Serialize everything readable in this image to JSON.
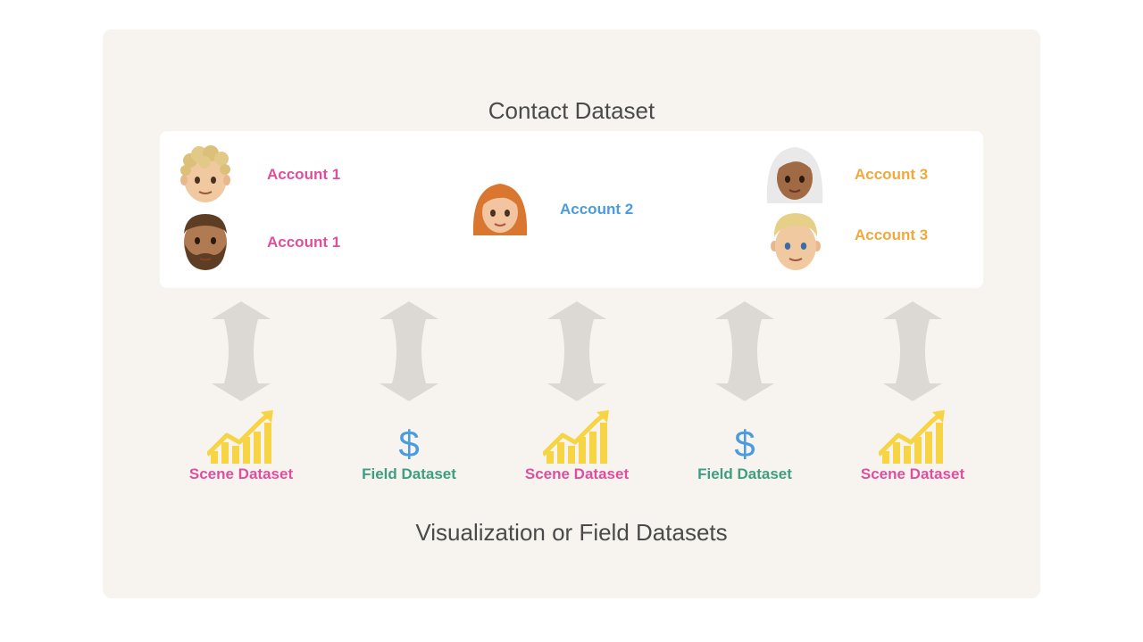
{
  "diagram": {
    "top_title": "Contact Dataset",
    "bottom_title": "Visualization or Field Datasets",
    "colors": {
      "account1": "#e04f9d",
      "account2": "#4a9be0",
      "account3": "#f0a93a",
      "scene": "#e04f9d",
      "field": "#3e9e82",
      "arrow": "#dcd8d3",
      "chart_icon": "#f6d443"
    },
    "contacts": [
      {
        "icon": "curly-blond-man-emoji-icon",
        "account": "Account 1"
      },
      {
        "icon": "bearded-man-emoji-icon",
        "account": "Account 1"
      },
      {
        "icon": "red-haired-woman-emoji-icon",
        "account": "Account 2"
      },
      {
        "icon": "white-haired-woman-emoji-icon",
        "account": "Account 3"
      },
      {
        "icon": "blond-man-emoji-icon",
        "account": "Account 3"
      }
    ],
    "datasets": [
      {
        "icon": "chart-increasing-icon",
        "label": "Scene Dataset"
      },
      {
        "icon": "dollar-icon",
        "symbol": "$",
        "label": "Field Dataset"
      },
      {
        "icon": "chart-increasing-icon",
        "label": "Scene Dataset"
      },
      {
        "icon": "dollar-icon",
        "symbol": "$",
        "label": "Field Dataset"
      },
      {
        "icon": "chart-increasing-icon",
        "label": "Scene Dataset"
      }
    ]
  }
}
